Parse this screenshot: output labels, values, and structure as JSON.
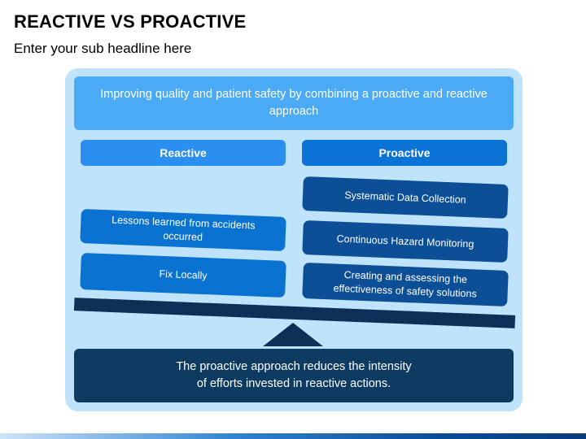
{
  "header": {
    "title": "REACTIVE VS PROACTIVE",
    "subtitle": "Enter your sub headline here"
  },
  "diagram": {
    "headline": "Improving quality and patient safety by combining a proactive and reactive approach",
    "reactive": {
      "label": "Reactive",
      "items": [
        "Lessons learned from accidents occurred",
        "Fix Locally"
      ]
    },
    "proactive": {
      "label": "Proactive",
      "items": [
        "Systematic Data Collection",
        "Continuous Hazard Monitoring",
        "Creating and assessing the effectiveness of safety solutions"
      ]
    },
    "footer": "The proactive approach reduces the intensity of efforts invested in reactive actions."
  },
  "colors": {
    "panel": "#bfe3fb",
    "headline": "#4aaaf5",
    "reactive_header": "#2a8ff0",
    "proactive_header": "#0b72d6",
    "reactive_card": "#0a73d2",
    "proactive_card": "#0d4f97",
    "footer": "#0d3b62"
  }
}
